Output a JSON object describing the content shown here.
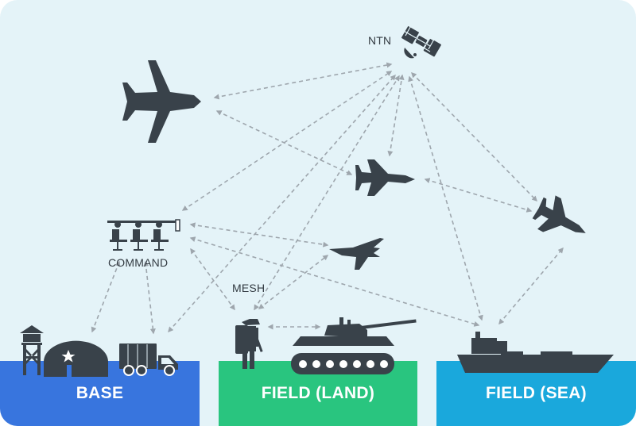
{
  "labels": {
    "ntn": "NTN",
    "command": "COMMAND",
    "mesh": "MESH"
  },
  "zones": {
    "base": "BASE",
    "field_land": "FIELD (LAND)",
    "field_sea": "FIELD (SEA)"
  },
  "colors": {
    "sky": "#e4f3f8",
    "base": "#3875de",
    "land": "#29c57f",
    "sea": "#1aa8dc",
    "icon": "#39424a",
    "link": "#9ea6ad"
  },
  "icons": [
    "satellite-icon",
    "airplane-icon",
    "fighter-jet-icon",
    "command-center-icon",
    "drone-icon",
    "watchtower-icon",
    "hangar-icon",
    "truck-icon",
    "soldier-icon",
    "tank-icon",
    "ship-icon"
  ]
}
